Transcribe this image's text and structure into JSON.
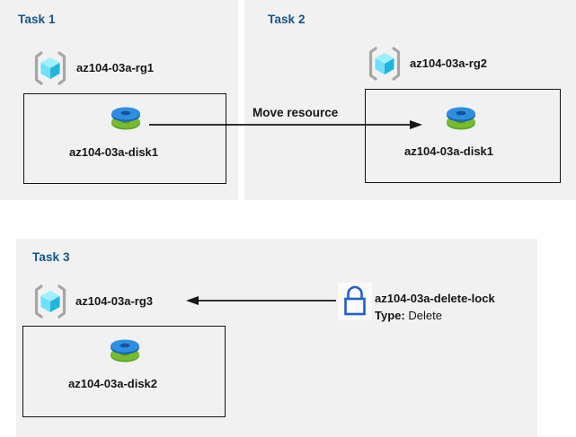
{
  "diagram": {
    "title": "Azure resource group tasks diagram",
    "background": "#ffffff",
    "panel_color": "#f1f1f1",
    "task_title_color": "#125688",
    "text_color": "#161616",
    "lock_color": "#1f5fd0"
  },
  "panels": [
    {
      "id": "task1",
      "title": "Task 1",
      "resource_group": "az104-03a-rg1",
      "resource": "az104-03a-disk1",
      "rg_icon": "resource-group-icon",
      "resource_icon": "managed-disk-icon"
    },
    {
      "id": "task2",
      "title": "Task 2",
      "resource_group": "az104-03a-rg2",
      "resource": "az104-03a-disk1",
      "rg_icon": "resource-group-icon",
      "resource_icon": "managed-disk-icon"
    },
    {
      "id": "task3",
      "title": "Task 3",
      "resource_group": "az104-03a-rg3",
      "resource": "az104-03a-disk2",
      "rg_icon": "resource-group-icon",
      "resource_icon": "managed-disk-icon"
    }
  ],
  "connectors": [
    {
      "id": "move-resource",
      "label": "Move resource",
      "direction": "right",
      "from": "az104-03a-disk1 (Task 1)",
      "to": "az104-03a-disk1 (Task 2)"
    },
    {
      "id": "lock-applies-to-rg",
      "label": "",
      "direction": "left",
      "from": "az104-03a-delete-lock",
      "to": "az104-03a-rg3"
    }
  ],
  "lock": {
    "icon": "lock-icon",
    "name": "az104-03a-delete-lock",
    "type_label": "Type:",
    "type_value": "Delete"
  }
}
